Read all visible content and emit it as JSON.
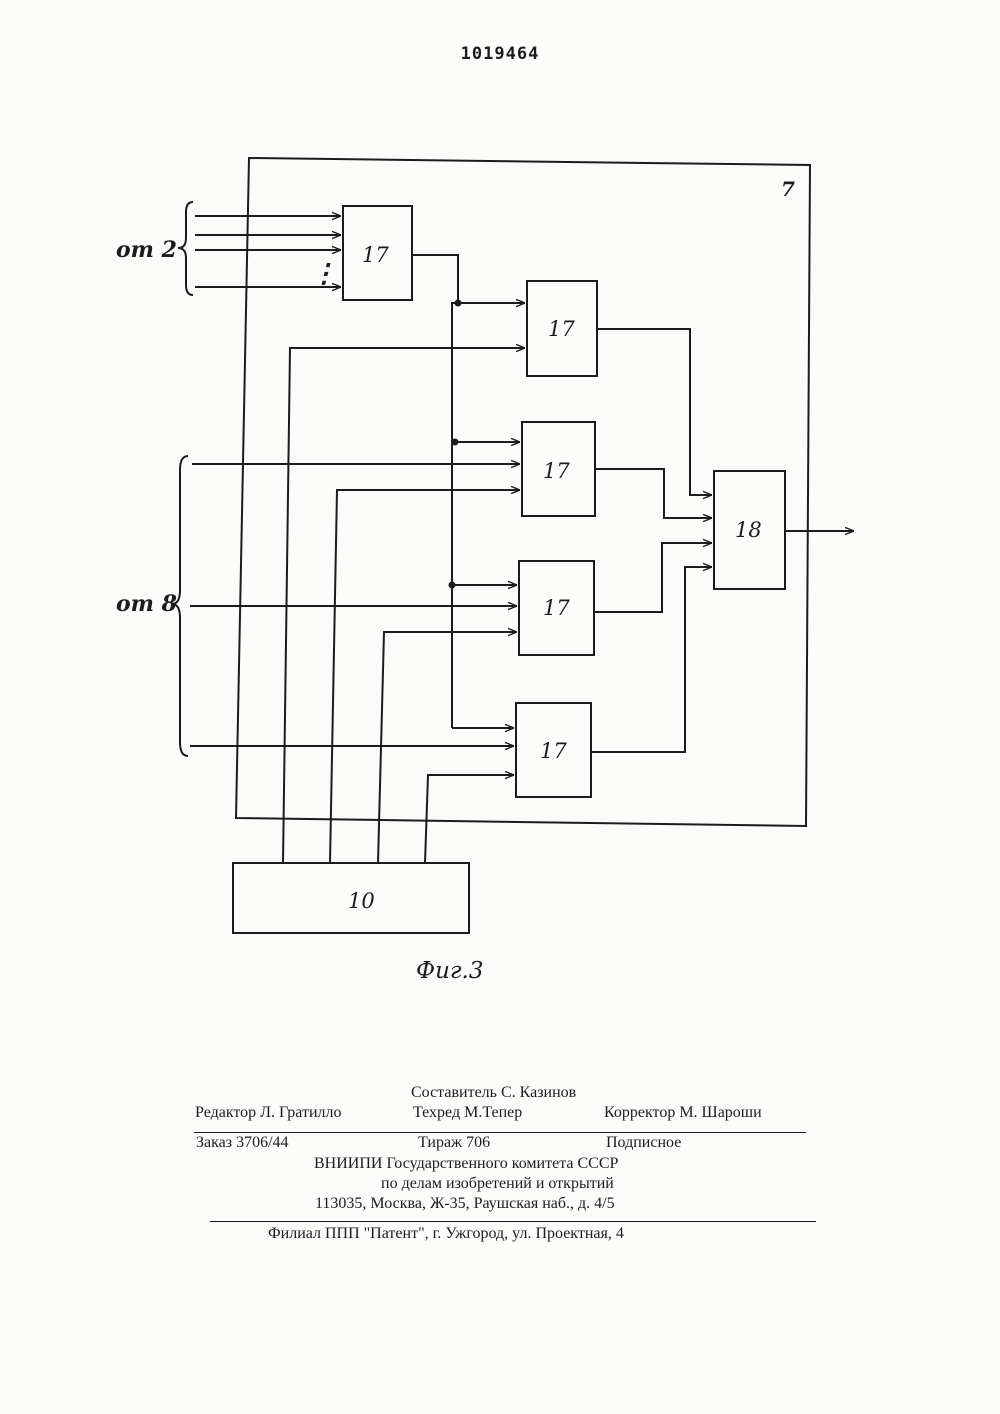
{
  "header": {
    "patent_number": "1019464"
  },
  "diagram": {
    "unit_label": "7",
    "group_labels": {
      "from_2": "от 2",
      "from_8": "от 8"
    },
    "blocks": {
      "b17_a": "17",
      "b17_b": "17",
      "b17_c": "17",
      "b17_d": "17",
      "b17_e": "17",
      "b18": "18",
      "b10": "10"
    },
    "dots": "⋮"
  },
  "caption": "Фиг.3",
  "imprint": {
    "compiler": "Составитель С. Казинов",
    "editor": "Редактор Л. Гратилло",
    "tech_editor": "Техред М.Тепер",
    "corrector": "Корректор М. Шароши",
    "order": "Заказ 3706/44",
    "circulation": "Тираж 706",
    "subscription": "Подписное",
    "org_line1": "ВНИИПИ Государственного комитета СССР",
    "org_line2": "по делам изобретений и открытий",
    "address": "113035, Москва, Ж-35, Раушская наб., д. 4/5",
    "branch": "Филиал ППП \"Патент\", г. Ужгород, ул. Проектная, 4"
  }
}
